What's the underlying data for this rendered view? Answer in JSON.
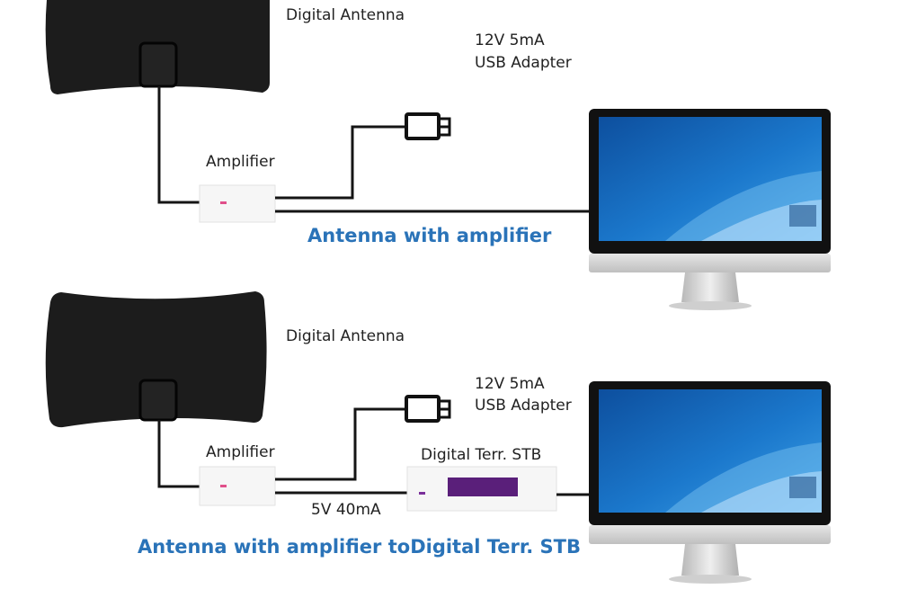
{
  "colors": {
    "caption": "#2a73b8",
    "antenna": "#1c1c1c",
    "cable": "#151515",
    "screen": "#1a6fc4",
    "stb_display": "#5a1f7a",
    "led": "#e0508a"
  },
  "icons": {
    "antenna": "flat-antenna",
    "usb": "usb-plug-icon",
    "monitor": "desktop-monitor",
    "amplifier": "amplifier-box",
    "stb": "set-top-box"
  },
  "top": {
    "antenna_label": "Digital Antenna",
    "adapter_voltage": "12V 5mA",
    "adapter_label": "USB Adapter",
    "amplifier_label": "Amplifier",
    "caption": "Antenna with amplifier"
  },
  "bottom": {
    "antenna_label": "Digital Antenna",
    "adapter_voltage": "12V 5mA",
    "adapter_label": "USB Adapter",
    "amplifier_label": "Amplifier",
    "stb_label": "Digital Terr. STB",
    "cable_spec": "5V 40mA",
    "caption": "Antenna with amplifier toDigital Terr. STB"
  }
}
